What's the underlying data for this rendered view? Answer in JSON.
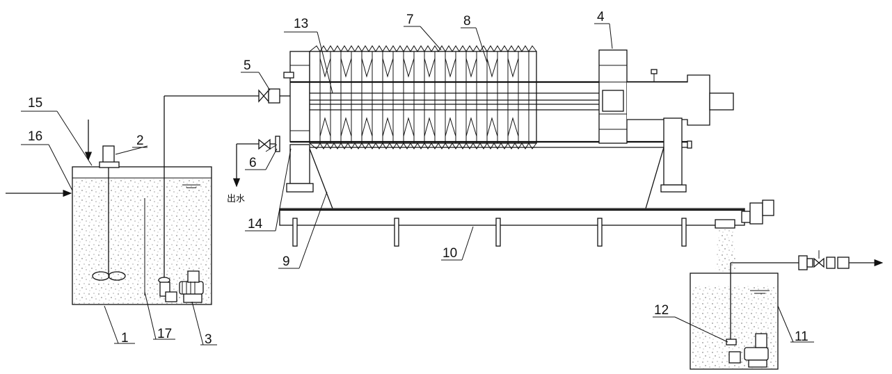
{
  "labels": {
    "tank_mixing": "1",
    "agitator_motor": "2",
    "feed_pump": "3",
    "movable_head": "4",
    "feed_valve": "5",
    "outlet_valve": "6",
    "filter_plate": "7",
    "filter_cloth_frame": "8",
    "drip_tray_slope": "9",
    "drip_tray": "10",
    "filtrate_tank": "11",
    "return_pump": "12",
    "feed_pipe": "13",
    "support_leg": "14",
    "inlet_top": "15",
    "inlet_side": "16",
    "baffle": "17"
  },
  "outlet_text": "出水",
  "colors": {
    "line": "#111111",
    "background": "#ffffff"
  }
}
